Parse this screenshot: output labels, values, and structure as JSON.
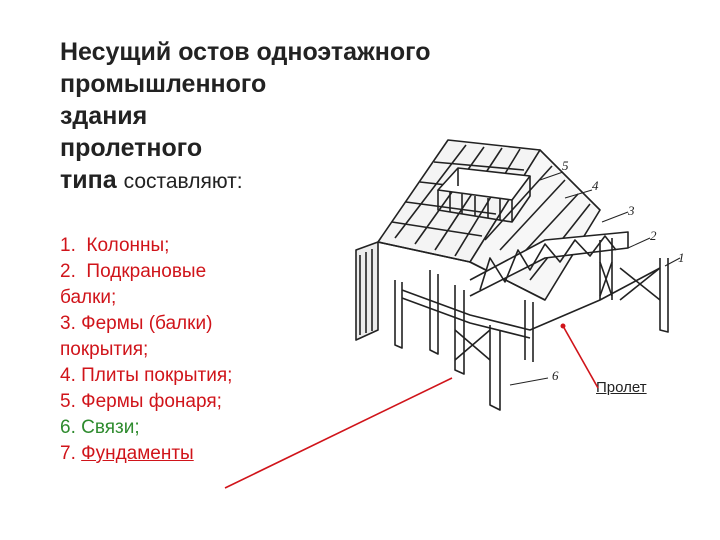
{
  "title": {
    "lines": [
      "Несущий остов одноэтажного",
      "промышленного",
      "здания",
      "пролетного"
    ],
    "last_bold": "типа",
    "last_normal": "составляют:"
  },
  "list": [
    {
      "num": "1.",
      "text": "Колонны;",
      "color": "red"
    },
    {
      "num": "2.",
      "text": "Подкрановые",
      "color": "red"
    },
    {
      "num": "",
      "text": "балки;",
      "color": "red"
    },
    {
      "num": "3.",
      "text": "Фермы (балки)",
      "color": "red"
    },
    {
      "num": "",
      "text": "покрытия;",
      "color": "red"
    },
    {
      "num": "4.",
      "text": "Плиты покрытия;",
      "color": "red"
    },
    {
      "num": "5.",
      "text": "Фермы фонаря;",
      "color": "red"
    },
    {
      "num": "6.",
      "text": "Связи;",
      "color": "green"
    },
    {
      "num": "7.",
      "text": "Фундаменты",
      "color": "red"
    }
  ],
  "span_label": "Пролет",
  "diagram_numbers": [
    "5",
    "4",
    "3",
    "2",
    "1",
    "6"
  ],
  "colors": {
    "red": "#d0141a",
    "green": "#2e8b2e",
    "text": "#222222"
  }
}
